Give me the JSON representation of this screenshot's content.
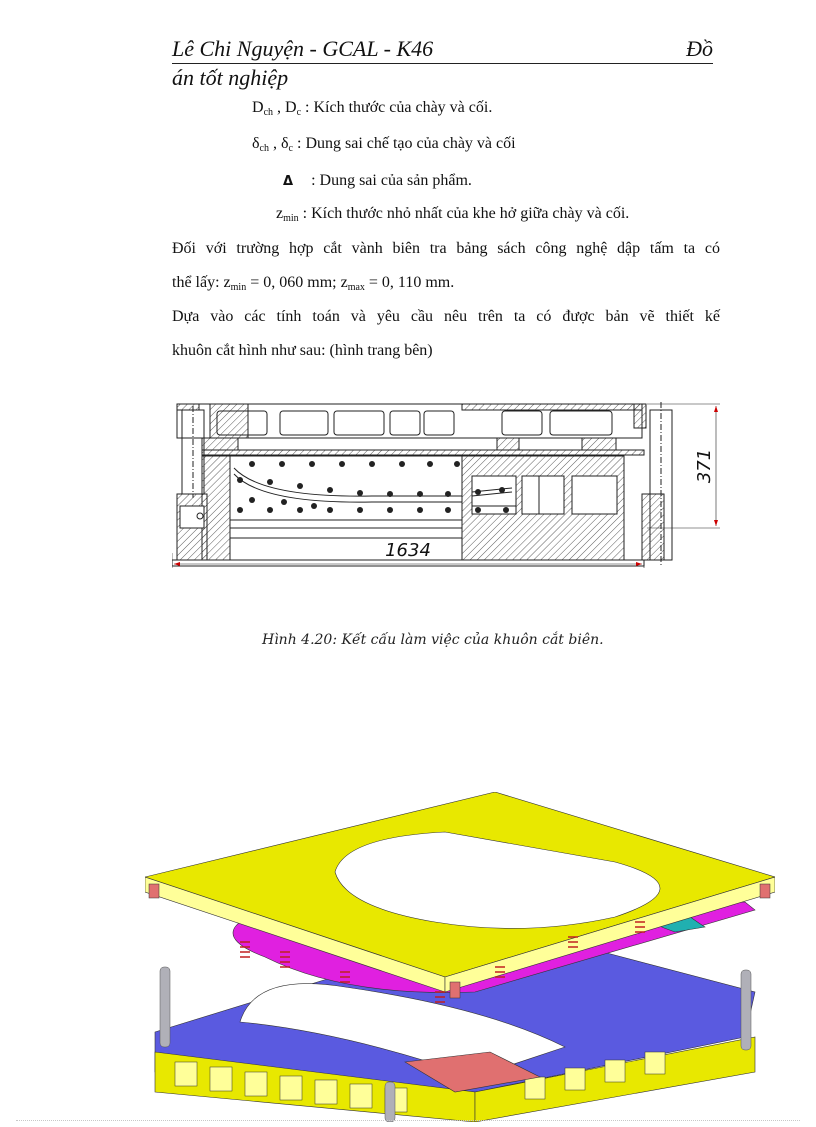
{
  "header": {
    "author_line": "Lê Chi Nguyện - GCAL - K46",
    "doc_type_part1": "Đồ",
    "doc_type_part2": "án tốt nghiệp"
  },
  "definitions": [
    {
      "symbol": "D",
      "sub1": "ch",
      "sep": " , ",
      "symbol2": "D",
      "sub2": "c",
      "text": " : Kích thước của chày và cối."
    },
    {
      "symbol": "δ",
      "sub1": "ch",
      "sep": " , ",
      "symbol2": "δ",
      "sub2": "c",
      "text": " : Dung sai chế tạo của chày và cối"
    },
    {
      "symbol": "Δ",
      "text": ": Dung sai của sản phẩm."
    },
    {
      "symbol": "z",
      "sub1": "min",
      "text": " : Kích thước nhỏ nhất của khe hở giữa chày và cối."
    }
  ],
  "paragraphs": {
    "p1_line1": "Đối với trường hợp cắt vành biên tra bảng sách công nghệ dập tấm ta có",
    "p1_line2_prefix": "thể lấy: ",
    "zmin_symbol": "z",
    "zmin_sub": "min",
    "zmin_value": " = 0, 060 mm; ",
    "zmax_symbol": "z",
    "zmax_sub": "max",
    "zmax_value": " = 0, 110 mm.",
    "p2_line1": "Dựa vào các tính toán và yêu cầu nêu trên ta có được bản vẽ thiết kế",
    "p2_line2": "khuôn cắt hình như sau: (hình trang bên)"
  },
  "drawing": {
    "width_dim": "1634",
    "height_dim": "371"
  },
  "caption": "Hình 4.20: Kết cấu làm việc của khuôn cắt biên.",
  "render_colors": {
    "frame_yellow": "#e8e800",
    "frame_light": "#ffff99",
    "stripper_magenta": "#e020e0",
    "base_blue": "#5a5ae0",
    "teal": "#20b0b0",
    "pad_red": "#e07070",
    "pin_gray": "#b0b0b8"
  }
}
